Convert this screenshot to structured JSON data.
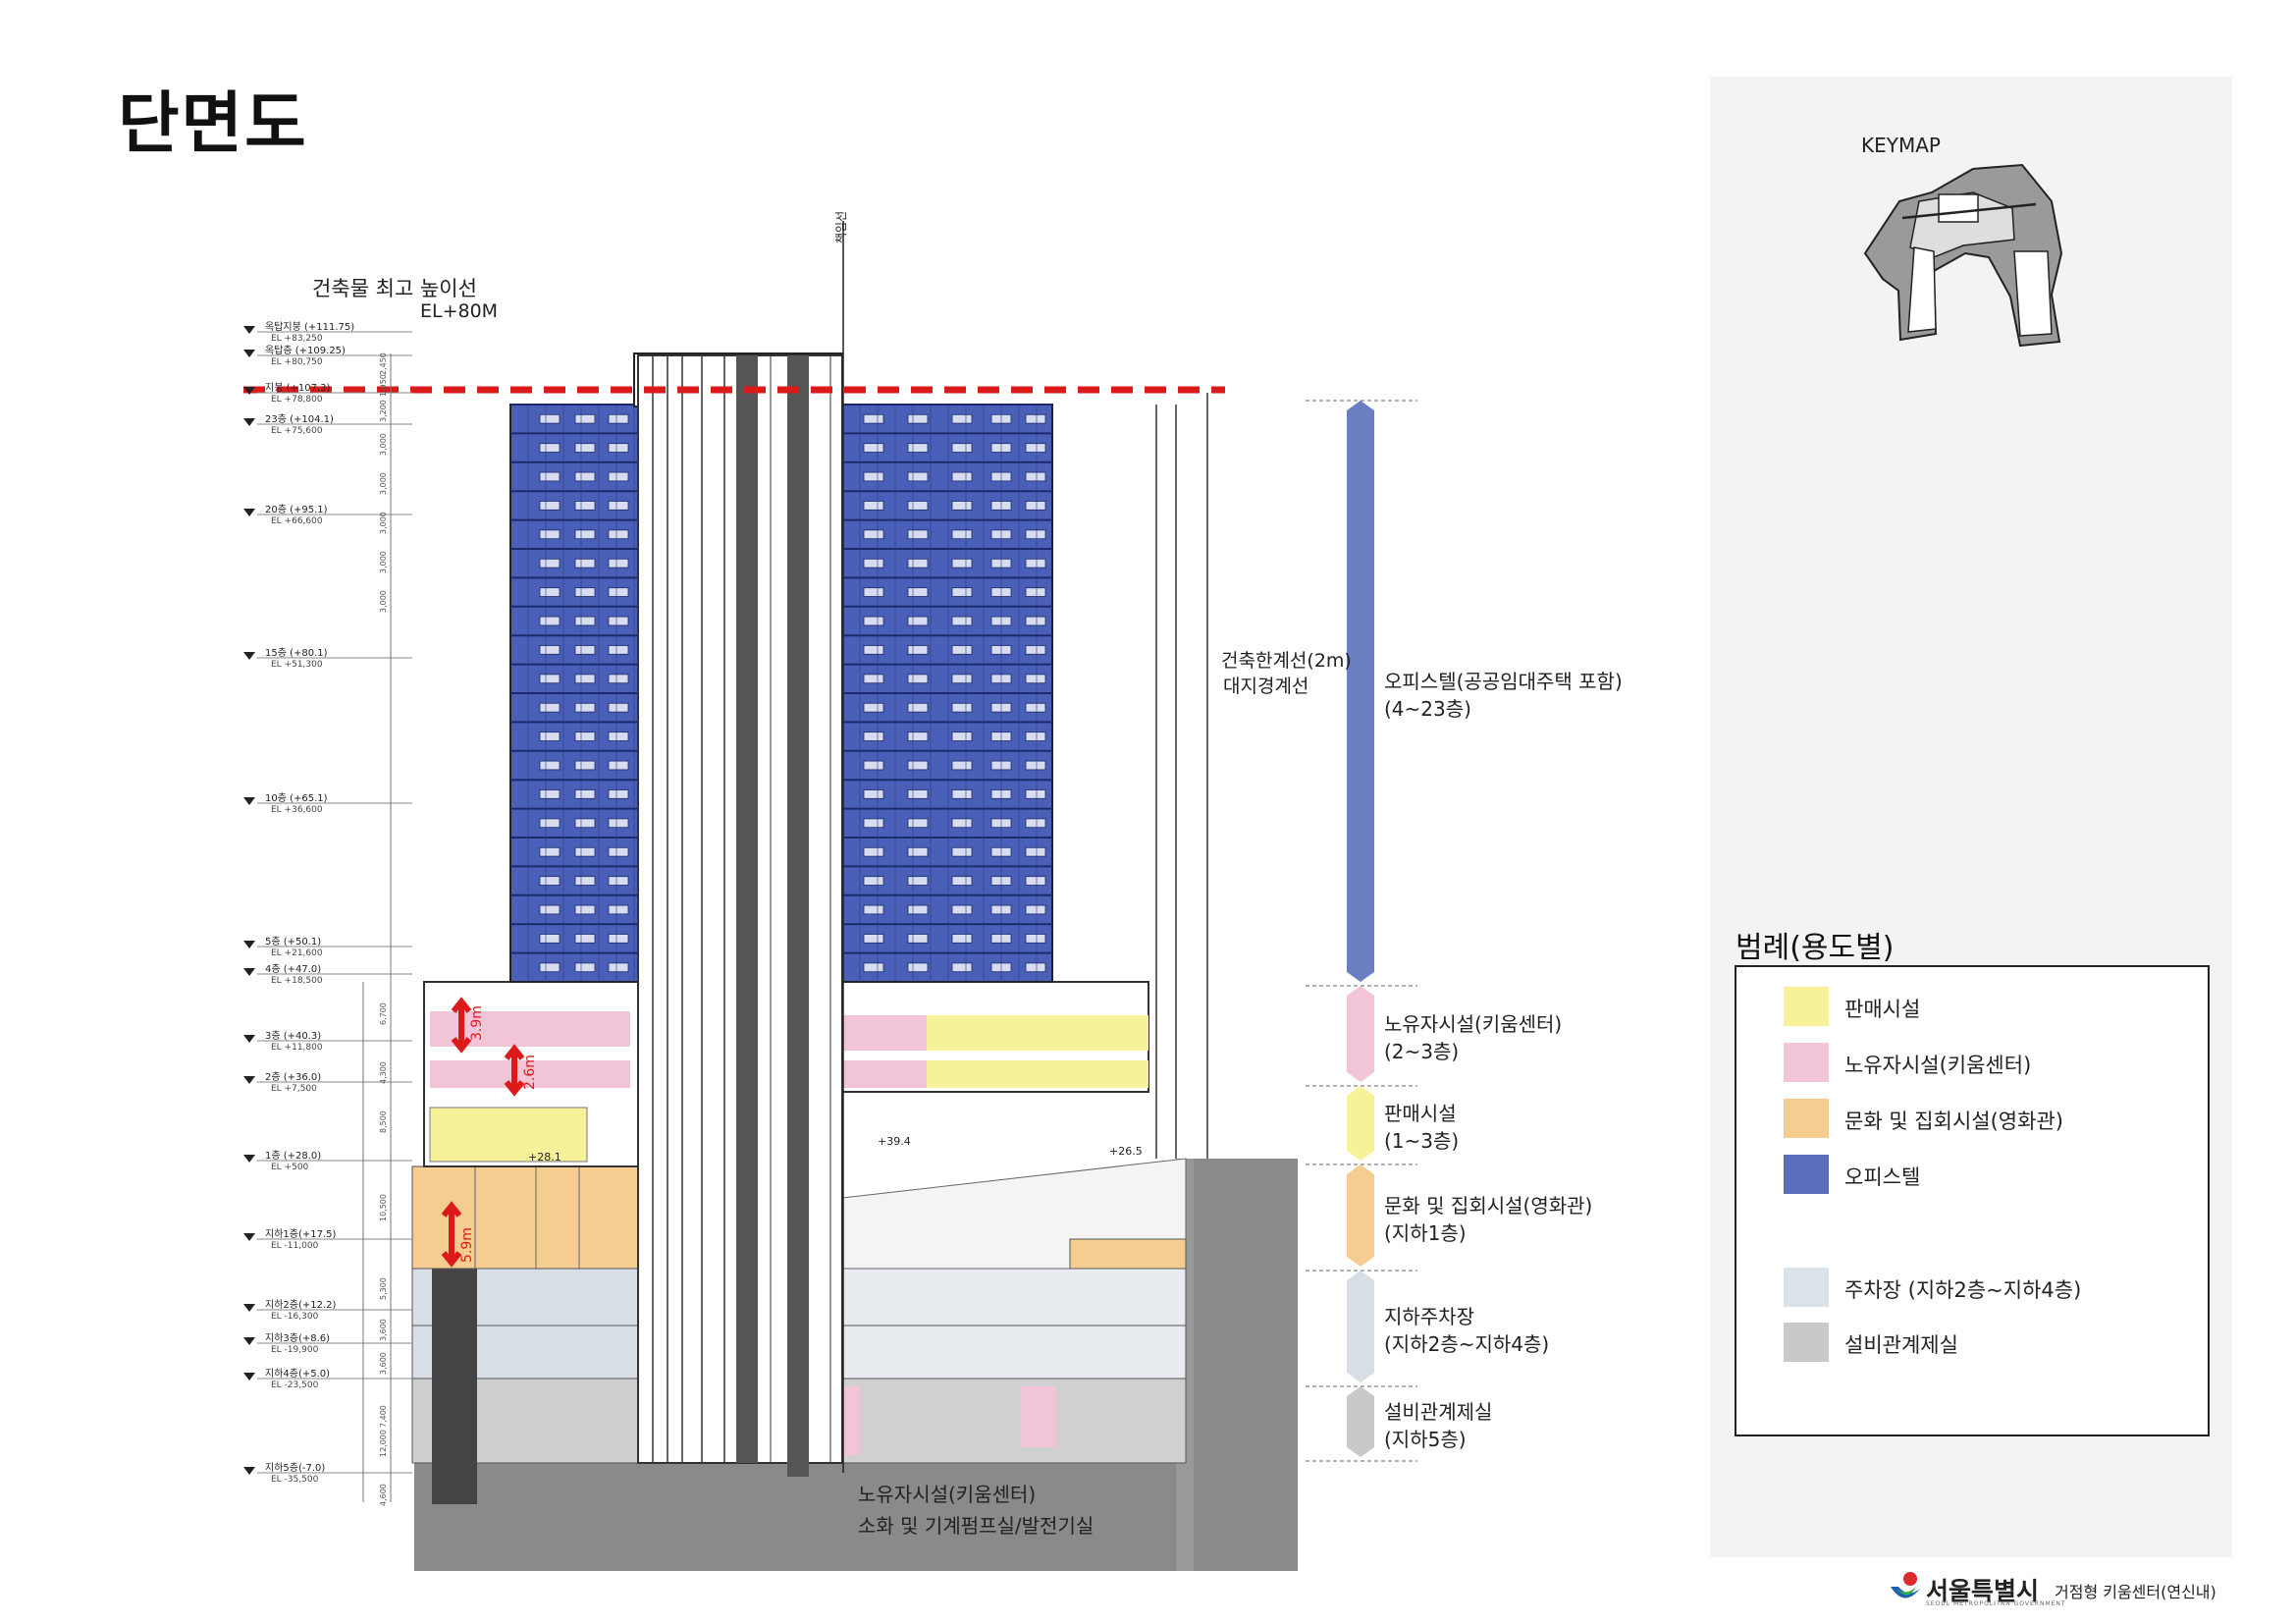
{
  "title": "단면도",
  "keymap_label": "KEYMAP",
  "top_annotation": {
    "line1": "건축물 최고 높이선",
    "line2": "EL+80M"
  },
  "vertical_label": "책임선",
  "setback_labels": {
    "line1": "건축한계선(2m)",
    "line2": "대지경계선"
  },
  "floor_levels": [
    {
      "name": "옥탑지붕 (+111.75)",
      "el": "EL +83,250"
    },
    {
      "name": "옥탑층 (+109.25)",
      "el": "EL +80,750"
    },
    {
      "name": "지붕 (+107.3)",
      "el": "EL +78,800"
    },
    {
      "name": "23층 (+104.1)",
      "el": "EL +75,600"
    },
    {
      "name": "20층 (+95.1)",
      "el": "EL +66,600"
    },
    {
      "name": "15층 (+80.1)",
      "el": "EL +51,300"
    },
    {
      "name": "10층 (+65.1)",
      "el": "EL +36,600"
    },
    {
      "name": "5층 (+50.1)",
      "el": "EL +21,600"
    },
    {
      "name": "4층 (+47.0)",
      "el": "EL +18,500"
    },
    {
      "name": "3층 (+40.3)",
      "el": "EL +11,800"
    },
    {
      "name": "2층 (+36.0)",
      "el": "EL +7,500"
    },
    {
      "name": "1층 (+28.0)",
      "el": "EL +500"
    },
    {
      "name": "지하1층(+17.5)",
      "el": "EL -11,000"
    },
    {
      "name": "지하2층(+12.2)",
      "el": "EL -16,300"
    },
    {
      "name": "지하3층(+8.6)",
      "el": "EL -19,900"
    },
    {
      "name": "지하4층(+5.0)",
      "el": "EL -23,500"
    },
    {
      "name": "지하5층(-7.0)",
      "el": "EL -35,500"
    }
  ],
  "dimension_labels": [
    "2,450",
    "1,950",
    "3,200",
    "3,000",
    "3,000",
    "3,000",
    "3,000",
    "3,000",
    "6,700",
    "4,300",
    "8,500",
    "10,500",
    "5,300",
    "3,600",
    "3,600",
    "7,400",
    "12,000",
    "4,600"
  ],
  "ground_levels": {
    "left": "+28.1",
    "mid": "+39.4",
    "right": "+26.5"
  },
  "height_marks": {
    "a": "3.9m",
    "b": "2.6m",
    "c": "5.9m"
  },
  "bottom_note": {
    "line1": "노유자시설(키움센터)",
    "line2": "소화 및 기계펌프실/발전기실"
  },
  "zones": [
    {
      "name": "오피스텔(공공임대주택 포함)",
      "floors": "(4~23층)",
      "color": "#6b7fc0"
    },
    {
      "name": "노유자시설(키움센터)",
      "floors": "(2~3층)",
      "color": "#f2c4d8"
    },
    {
      "name": "판매시설",
      "floors": "(1~3층)",
      "color": "#f7f29a"
    },
    {
      "name": "문화 및 집회시설(영화관)",
      "floors": "(지하1층)",
      "color": "#f5cd90"
    },
    {
      "name": "지하주차장",
      "floors": "(지하2층~지하4층)",
      "color": "#d8dee6"
    },
    {
      "name": "설비관계제실",
      "floors": "(지하5층)",
      "color": "#c9c9c9"
    }
  ],
  "legend": {
    "title": "범례(용도별)",
    "items": [
      {
        "label": "판매시설",
        "color": "#f7f29a"
      },
      {
        "label": "노유자시설(키움센터)",
        "color": "#f2c4d8"
      },
      {
        "label": "문화 및 집회시설(영화관)",
        "color": "#f5cd90"
      },
      {
        "label": "오피스텔",
        "color": "#5a6ebd"
      },
      {
        "label": "주차장 (지하2층~지하4층)",
        "color": "#dce2ea"
      },
      {
        "label": "설비관계제실",
        "color": "#c9c9c9"
      }
    ]
  },
  "footer": {
    "logo": "서울특별시",
    "logo_sub": "SEOUL METROPOLITAN GOVERNMENT",
    "project": "거점형 키움센터(연신내)"
  },
  "colors": {
    "office": "#4a60b8",
    "office_dark": "#2c3a80",
    "ground": "#8a8a8a",
    "limit_line": "#dd1a1a",
    "core": "#555555"
  }
}
